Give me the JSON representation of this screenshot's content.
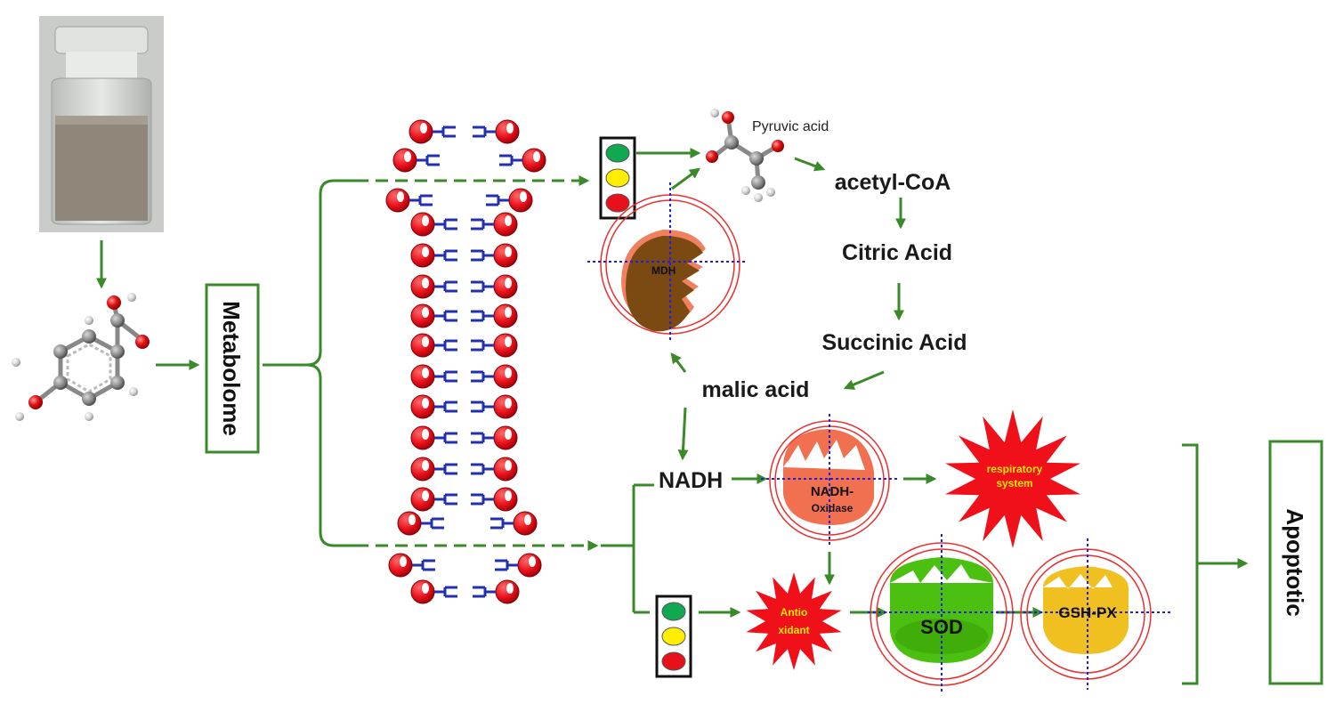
{
  "labels": {
    "metabolome": "Metabolome",
    "apoptotic": "Apoptotic",
    "pyruvic_acid": "Pyruvic acid",
    "acetyl_coa": "acetyl-CoA",
    "citric_acid": "Citric Acid",
    "succinic_acid": "Succinic Acid",
    "malic_acid": "malic acid",
    "nadh": "NADH",
    "mdh": "MDH",
    "nadh_oxidase_line1": "NADH-",
    "nadh_oxidase_line2": "Oxidase",
    "respiratory_line1": "respiratory",
    "respiratory_line2": "system",
    "antioxidant_line1": "Antio",
    "antioxidant_line2": "xidant",
    "sod": "SOD",
    "gsh_px": "GSH-PX"
  },
  "colors": {
    "arrow_green": "#3a8a2a",
    "lipid_head_red": "#e8101a",
    "lipid_tail_blue": "#2030b0",
    "burst_red": "#f0101a",
    "burst_text_yellow": "#ffe600",
    "mdh_brown": "#7a4a12",
    "nadh_oxidase_salmon": "#f07050",
    "sod_green": "#4cc010",
    "gshpx_yellow": "#f0c020",
    "ring_red": "#e83030",
    "dash_blue": "#2020e0"
  },
  "icons": [
    "reagent-bottle-photo",
    "hydroxybenzoic-acid-molecule",
    "pyruvic-acid-molecule",
    "traffic-light-icon",
    "lipid-bilayer",
    "enzyme-pacman",
    "starburst"
  ]
}
